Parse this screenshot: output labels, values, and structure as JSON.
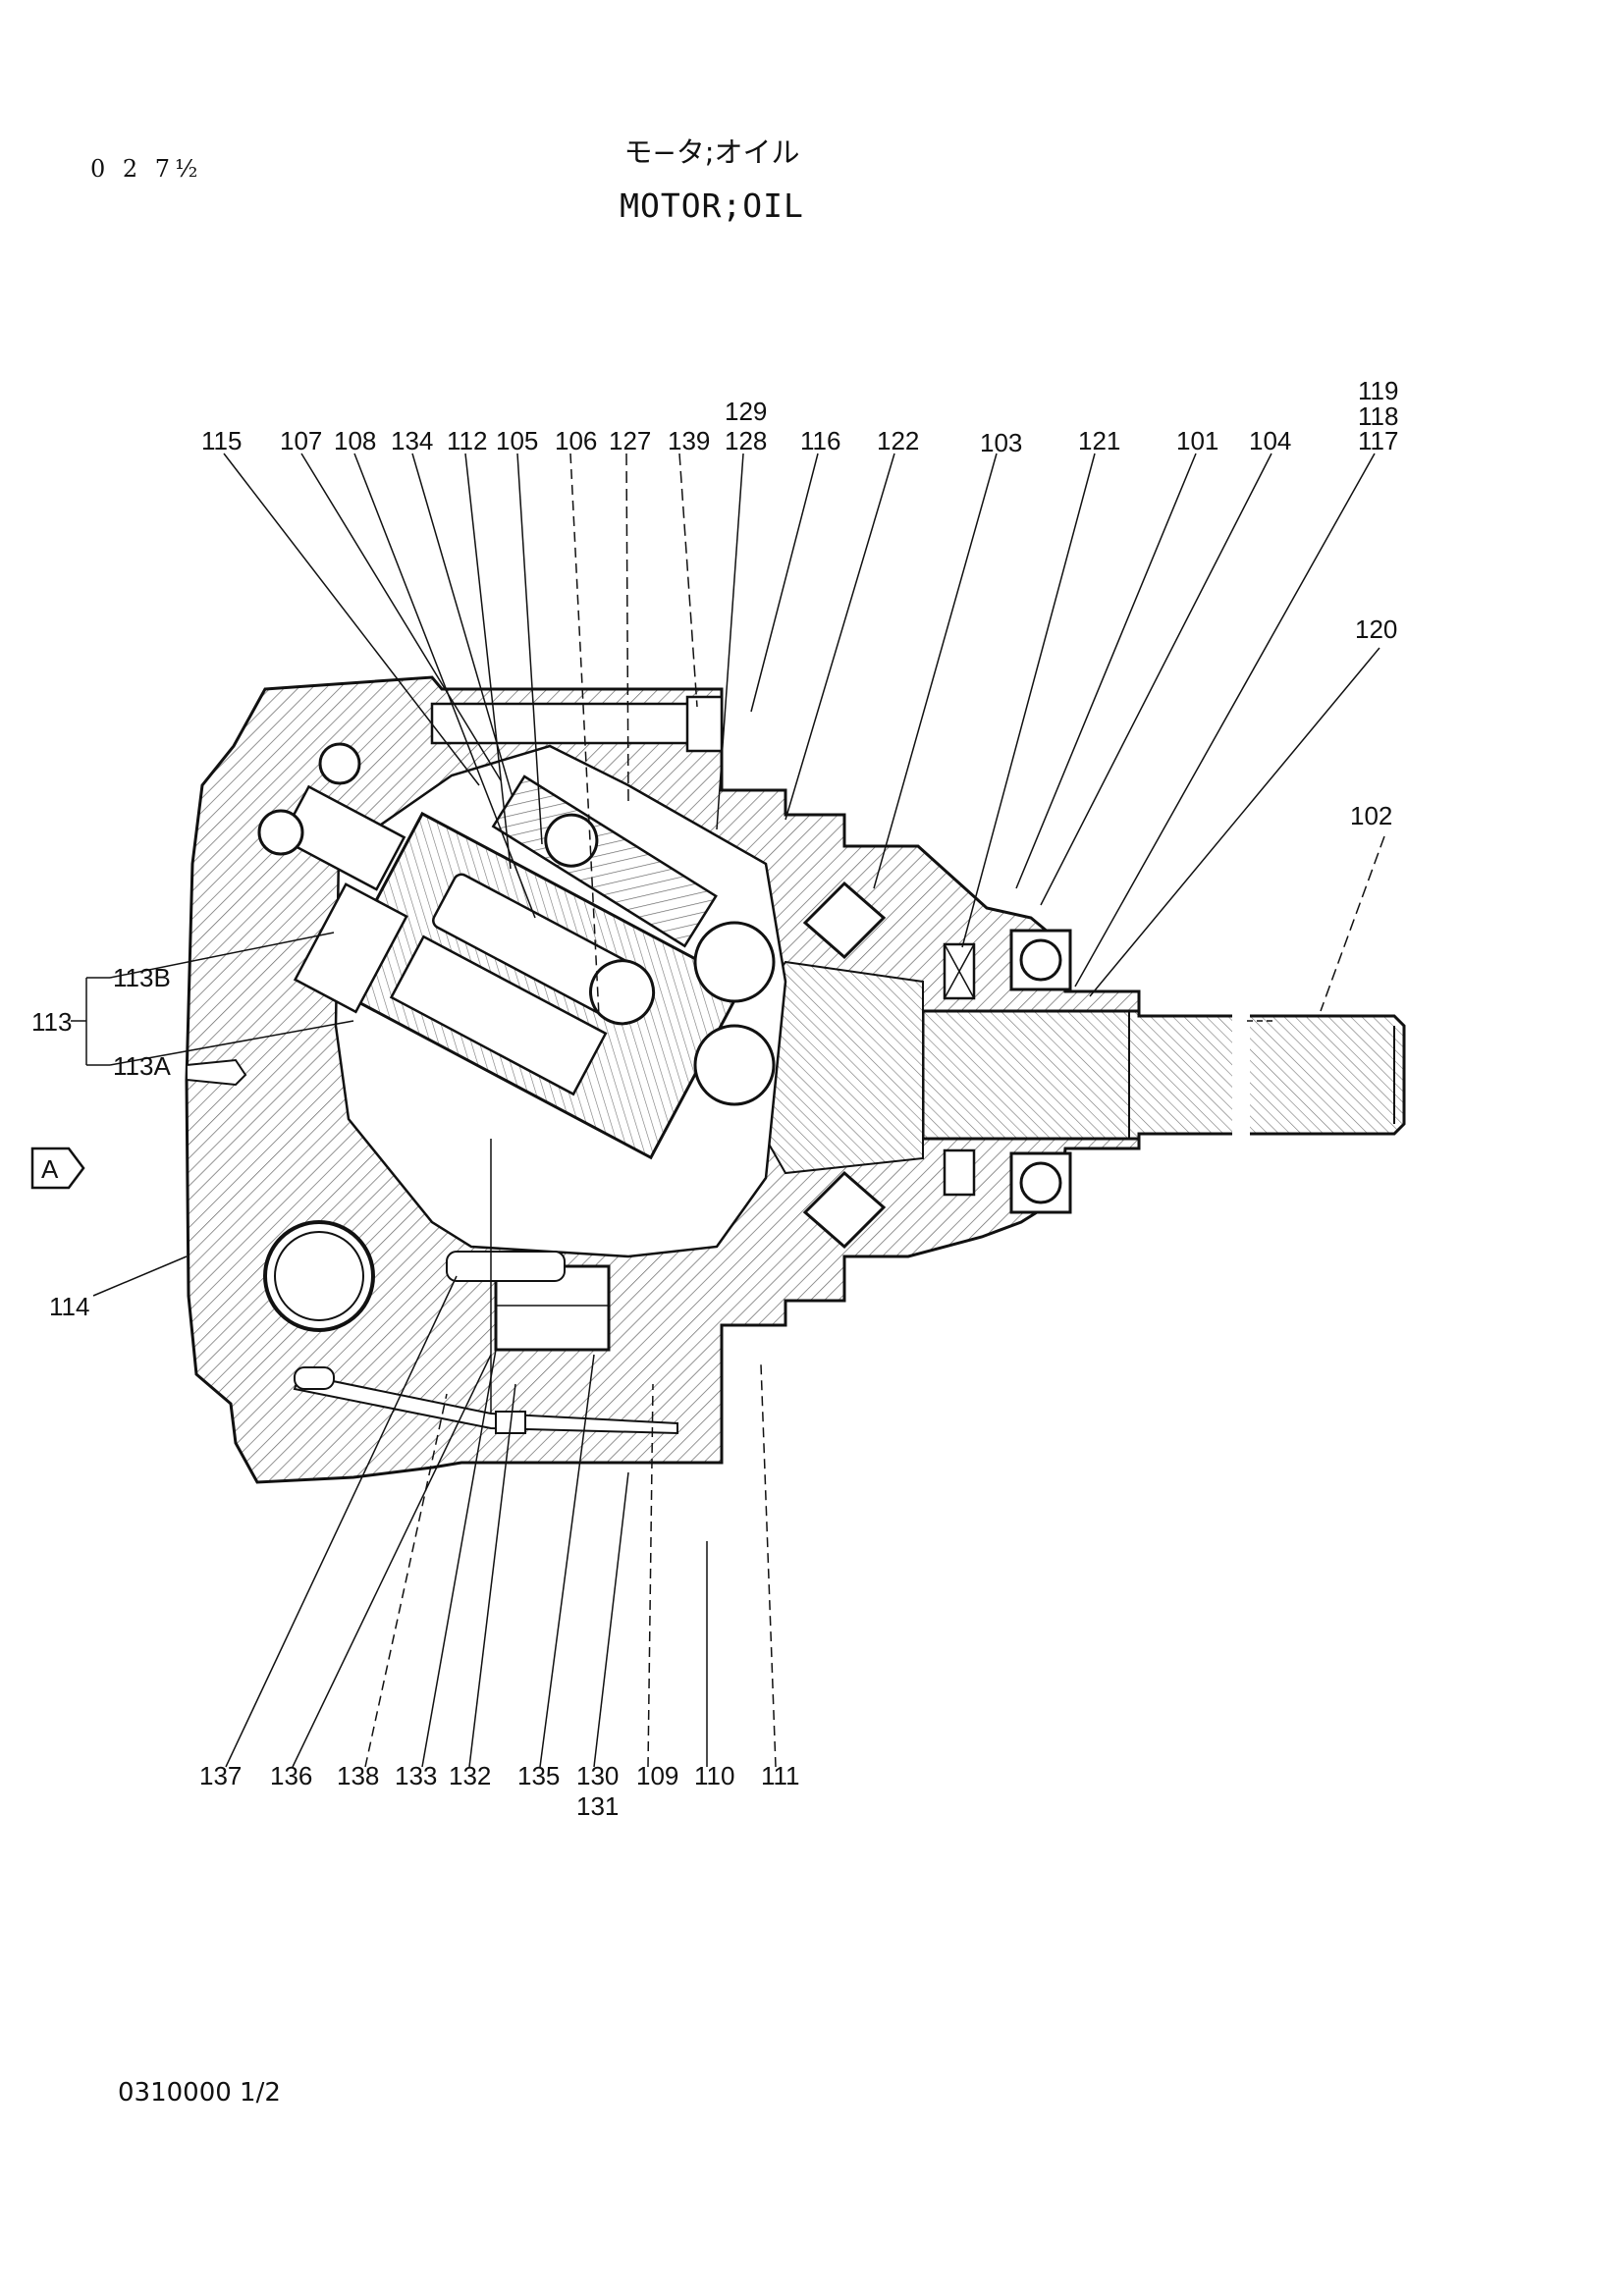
{
  "page_code": "0 2 7½",
  "title_jp": "モ−タ;オイル",
  "title_en": "MOTOR;OIL",
  "footer_code": "0310000 1/2",
  "view_marker": "A",
  "labels": {
    "115": "115",
    "107": "107",
    "108": "108",
    "134": "134",
    "112": "112",
    "105": "105",
    "106": "106",
    "127": "127",
    "139": "139",
    "129": "129",
    "128": "128",
    "116": "116",
    "122": "122",
    "103": "103",
    "121": "121",
    "101": "101",
    "104": "104",
    "119": "119",
    "118": "118",
    "117": "117",
    "120": "120",
    "102": "102",
    "113": "113",
    "113B": "113B",
    "113A": "113A",
    "114": "114",
    "137": "137",
    "136": "136",
    "138": "138",
    "133": "133",
    "132": "132",
    "135": "135",
    "130": "130",
    "131": "131",
    "109": "109",
    "110": "110",
    "111": "111"
  }
}
